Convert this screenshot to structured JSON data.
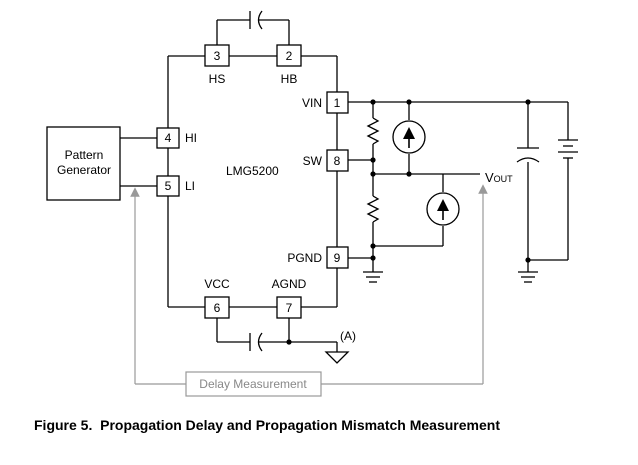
{
  "diagram": {
    "chip_name": "LMG5200",
    "pins": [
      {
        "number": "3",
        "name": "HS"
      },
      {
        "number": "2",
        "name": "HB"
      },
      {
        "number": "1",
        "name": "VIN"
      },
      {
        "number": "8",
        "name": "SW"
      },
      {
        "number": "9",
        "name": "PGND"
      },
      {
        "number": "4",
        "name": "HI"
      },
      {
        "number": "5",
        "name": "LI"
      },
      {
        "number": "6",
        "name": "VCC"
      },
      {
        "number": "7",
        "name": "AGND"
      }
    ],
    "pattern_generator": {
      "line1": "Pattern",
      "line2": "Generator"
    },
    "vout": {
      "main": "V",
      "sub": "OUT"
    },
    "note_label": "(A)",
    "delay_measurement_label": "Delay Measurement",
    "caption": "Figure 5.  Propagation Delay and Propagation Mismatch Measurement",
    "colors": {
      "wire": "#000000",
      "measurement": "#999999"
    }
  }
}
